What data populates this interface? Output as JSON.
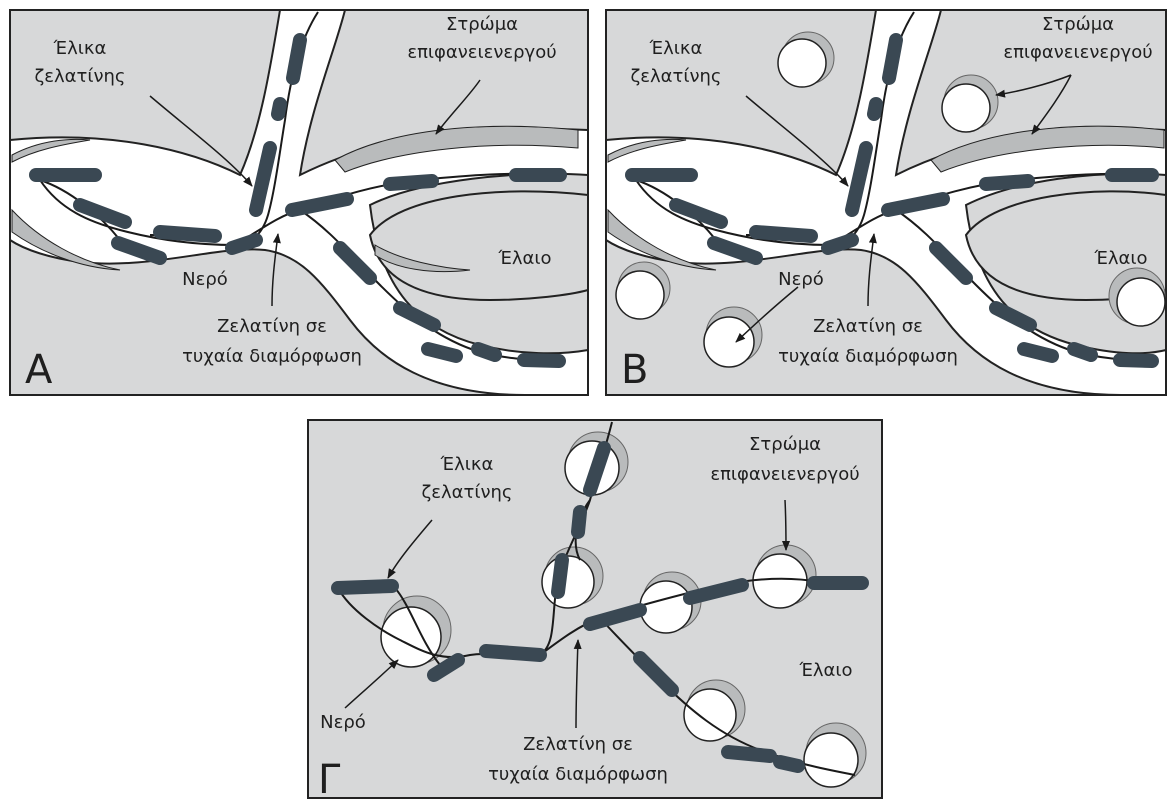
{
  "panels": {
    "A": {
      "letter": "Α",
      "helix_label": [
        "Έλικα",
        "ζελατίνης"
      ],
      "surfactant_label": [
        "Στρώμα",
        "επιφανειενεργού"
      ],
      "oil_label": "Έλαιο",
      "water_label": "Νερό",
      "random_gel_label": [
        "Ζελατίνη σε",
        "τυχαία διαμόρφωση"
      ]
    },
    "B": {
      "letter": "Β",
      "helix_label": [
        "Έλικα",
        "ζελατίνης"
      ],
      "surfactant_label": [
        "Στρώμα",
        "επιφανειενεργού"
      ],
      "oil_label": "Έλαιο",
      "water_label": "Νερό",
      "random_gel_label": [
        "Ζελατίνη σε",
        "τυχαία διαμόρφωση"
      ]
    },
    "C": {
      "letter": "Γ",
      "helix_label": [
        "Έλικα",
        "ζελατίνης"
      ],
      "surfactant_label": [
        "Στρώμα",
        "επιφανειενεργού"
      ],
      "oil_label": "Έλαιο",
      "water_label": "Νερό",
      "random_gel_label": [
        "Ζελατίνη σε",
        "τυχαία διαμόρφωση"
      ]
    }
  },
  "colors": {
    "oil_background": "#d7d8d9",
    "water": "#ffffff",
    "surfactant": "#b9bbbc",
    "gelatin_helix": "#3a4853",
    "gelatin_chain": "#1a1a1a"
  }
}
